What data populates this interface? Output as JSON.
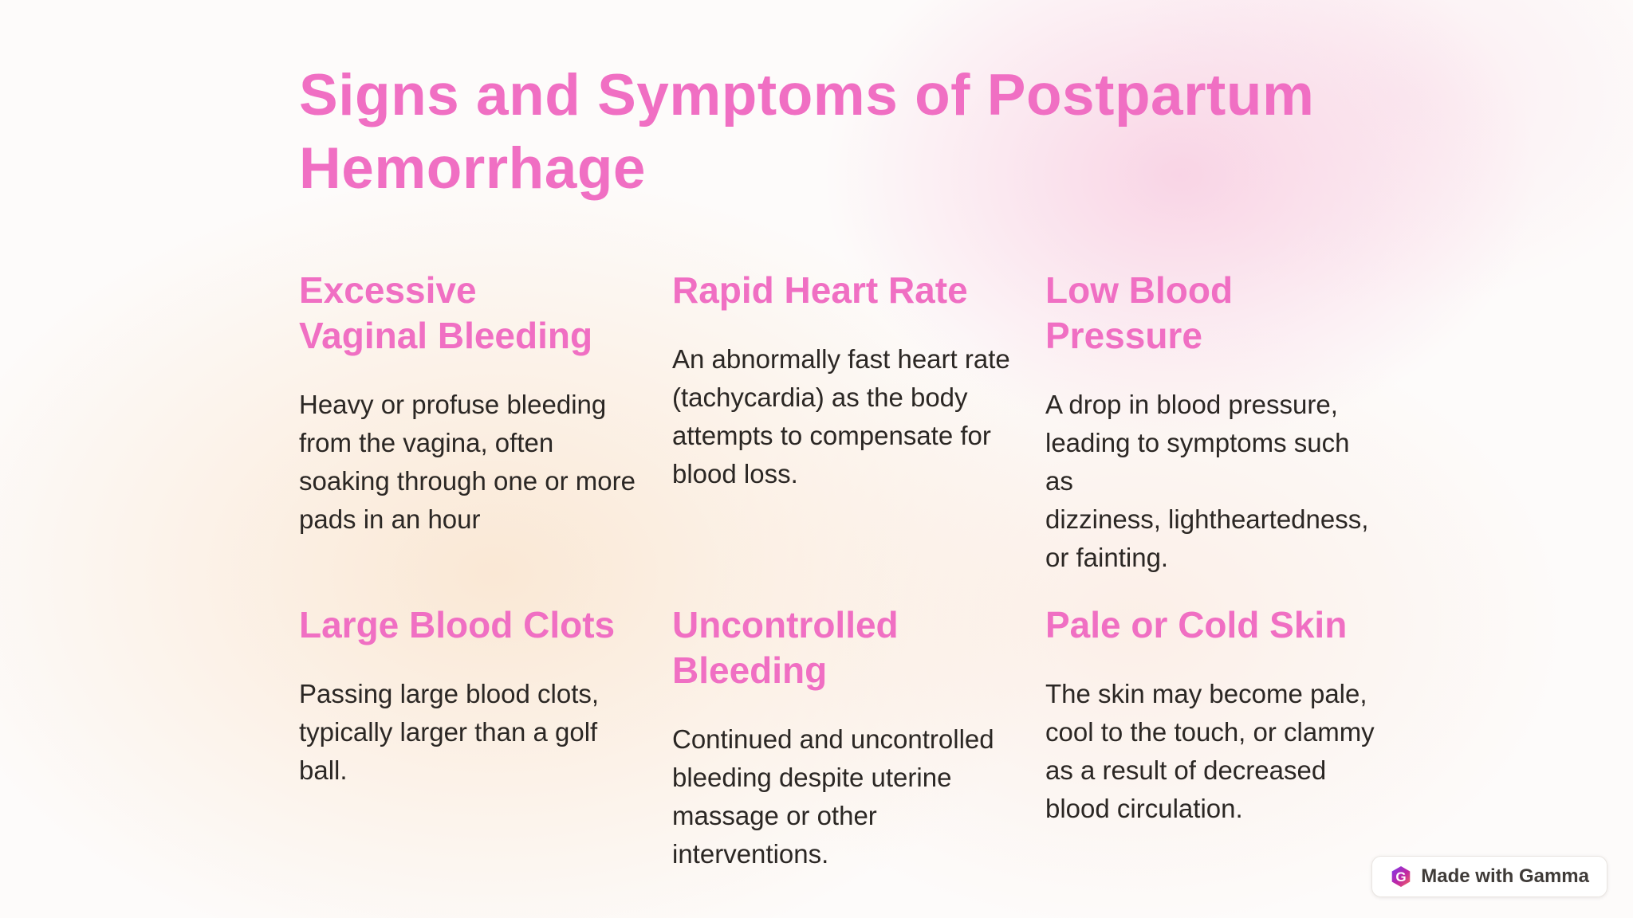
{
  "slide": {
    "title": "Signs and Symptoms of Postpartum\nHemorrhage",
    "cards": [
      {
        "heading": "Excessive\nVaginal Bleeding",
        "body": "Heavy or profuse bleeding\nfrom the vagina, often\nsoaking through one or more\npads in an hour"
      },
      {
        "heading": "Rapid Heart Rate",
        "body": "An abnormally fast heart rate\n(tachycardia) as the body\nattempts to compensate for\nblood loss."
      },
      {
        "heading": "Low Blood Pressure",
        "body": "A drop in blood pressure,\nleading to symptoms such as\ndizziness, lightheartedness,\nor fainting."
      },
      {
        "heading": "Large Blood Clots",
        "body": "Passing large blood clots,\ntypically larger than a golf\nball."
      },
      {
        "heading": "Uncontrolled\nBleeding",
        "body": "Continued and uncontrolled\nbleeding despite uterine\nmassage or other\ninterventions."
      },
      {
        "heading": "Pale or Cold Skin",
        "body": "The skin may become pale,\ncool to the touch, or clammy\nas a result of decreased\nblood circulation."
      }
    ],
    "badge": {
      "label": "Made with Gamma",
      "logo_icon": "gamma-logo-icon"
    },
    "colors": {
      "accent_pink": "#f06fc3",
      "body_text": "#2b2724",
      "badge_text": "#3f3b38",
      "background_base": "#fdfbfa",
      "blush_pink": "#f8cee2",
      "blush_peach": "#fae7d3"
    }
  }
}
